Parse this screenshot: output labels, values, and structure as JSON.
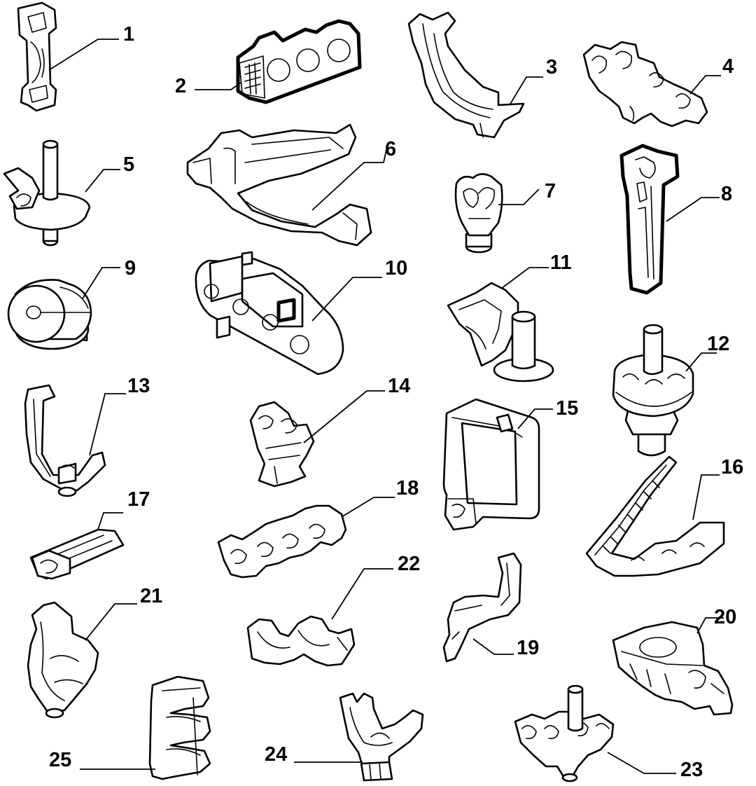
{
  "diagram": {
    "parts": [
      {
        "id": 1,
        "label": "1"
      },
      {
        "id": 2,
        "label": "2"
      },
      {
        "id": 3,
        "label": "3"
      },
      {
        "id": 4,
        "label": "4"
      },
      {
        "id": 5,
        "label": "5"
      },
      {
        "id": 6,
        "label": "6"
      },
      {
        "id": 7,
        "label": "7"
      },
      {
        "id": 8,
        "label": "8"
      },
      {
        "id": 9,
        "label": "9"
      },
      {
        "id": 10,
        "label": "10"
      },
      {
        "id": 11,
        "label": "11"
      },
      {
        "id": 12,
        "label": "12"
      },
      {
        "id": 13,
        "label": "13"
      },
      {
        "id": 14,
        "label": "14"
      },
      {
        "id": 15,
        "label": "15"
      },
      {
        "id": 16,
        "label": "16"
      },
      {
        "id": 17,
        "label": "17"
      },
      {
        "id": 18,
        "label": "18"
      },
      {
        "id": 19,
        "label": "19"
      },
      {
        "id": 20,
        "label": "20"
      },
      {
        "id": 21,
        "label": "21"
      },
      {
        "id": 22,
        "label": "22"
      },
      {
        "id": 23,
        "label": "23"
      },
      {
        "id": 24,
        "label": "24"
      },
      {
        "id": 25,
        "label": "25"
      }
    ]
  }
}
